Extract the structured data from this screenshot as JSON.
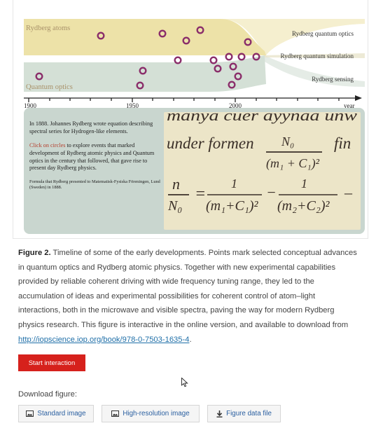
{
  "timeline": {
    "labels": {
      "rydberg_atoms": "Rydberg atoms",
      "quantum_optics": "Quantum optics",
      "rydberg_quantum_optics": "Rydberg quantum optics",
      "rydberg_quantum_simulation": "Rydberg quantum simulation",
      "rydberg_sensing": "Rydberg sensing"
    },
    "axis": {
      "tick_labels": [
        "1900",
        "1950",
        "2000"
      ],
      "unit_label": "year"
    },
    "colors": {
      "rydberg_band": "#ede2a8",
      "optics_band": "#d4e0d6",
      "circle_stroke": "#8a2d6a",
      "axis": "#222222"
    }
  },
  "panel": {
    "intro": "In 1888. Johannes Rydberg wrote equation describing spectral series for Hydrogen-like elements.",
    "click_lead": "Click on circles",
    "click_rest": " to explore events that marked development of Rydberg atomic physics and Quantum optics in the century that followed, that gave rise to present day Rydberg physics.",
    "formula_note": "Formula that Rydberg presented to Matematisk-Fysiska Föreningen, Lund (Sweden) in 1888.",
    "manuscript": {
      "line1": "manya cuer ayynaa unw",
      "line2": "under formen",
      "fin": "fin",
      "n0": "N₀",
      "denom1": "(m₁ + C₁)²",
      "n_over": "n",
      "n0b": "N₀",
      "one_a": "1",
      "denom2": "(m₁+C₁)²",
      "minus": "−",
      "one_b": "1",
      "denom3": "(m₂+C₂)²",
      "equals": "=",
      "dash": "–"
    }
  },
  "caption": {
    "figure_label": "Figure 2.",
    "lines": [
      "Timeline of some of the early developments. Points mark selected conceptual advances",
      "in quantum optics and Rydberg atomic physics. Together with new experimental capabilities",
      "provided by reliable coherent driving with wide frequency tuning range, they led to the",
      "accumulation of ideas and experimental possibilities for coherent control of atom–light",
      "interactions, both in the microwave and visible spectra, paving the way for modern Rydberg",
      "physics research. This figure is interactive in the online version, and available to download from"
    ],
    "link_text": "http://iopscience.iop.org/book/978-0-7503-1635-4",
    "link_tail": "."
  },
  "actions": {
    "start_interaction": "Start interaction",
    "download_label": "Download figure:",
    "standard_image": "Standard image",
    "high_resolution_image": "High-resolution image",
    "figure_data_file": "Figure data file"
  },
  "icons": {
    "image": "image-icon",
    "download": "download-icon",
    "cursor": "mouse-cursor-icon"
  }
}
